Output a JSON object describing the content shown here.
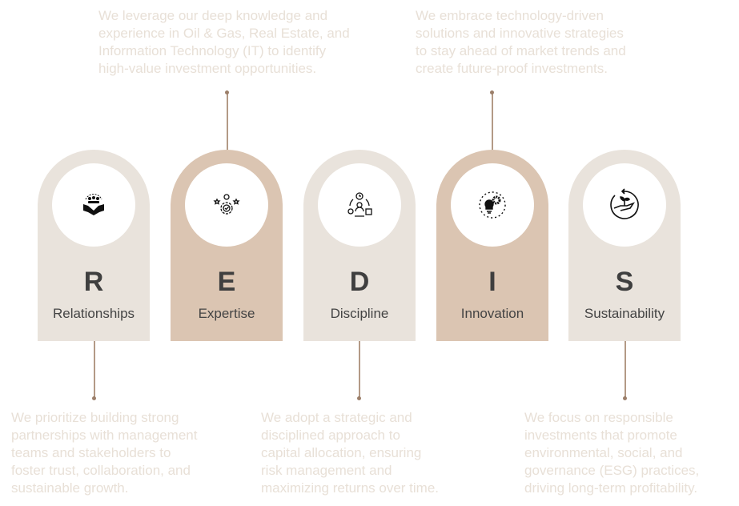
{
  "pillars": [
    {
      "letter": "R",
      "label": "Relationships",
      "icon": "handshake-team-icon",
      "desc": "We prioritize building strong\npartnerships with management\nteams and stakeholders to\nfoster trust, collaboration, and\nsustainable growth."
    },
    {
      "letter": "E",
      "label": "Expertise",
      "icon": "expert-badge-icon",
      "desc": "We leverage our deep knowledge and\nexperience in Oil & Gas, Real Estate, and\nInformation Technology (IT) to identify\nhigh-value investment opportunities."
    },
    {
      "letter": "D",
      "label": "Discipline",
      "icon": "process-cycle-icon",
      "desc": "We adopt a strategic and\ndisciplined approach to\ncapital allocation, ensuring\nrisk management and\nmaximizing returns over time."
    },
    {
      "letter": "I",
      "label": "Innovation",
      "icon": "lightbulb-gear-icon",
      "desc": "We embrace technology-driven\nsolutions and innovative strategies\nto stay ahead of market trends and\ncreate future-proof investments."
    },
    {
      "letter": "S",
      "label": "Sustainability",
      "icon": "hand-plant-icon",
      "desc": "We focus on responsible\ninvestments that promote\nenvironmental, social, and\ngovernance (ESG) practices,\ndriving long-term profitability."
    }
  ],
  "colors": {
    "light": "#e9e3dc",
    "dark": "#dbc5b2",
    "text": "#e8e0d7"
  }
}
